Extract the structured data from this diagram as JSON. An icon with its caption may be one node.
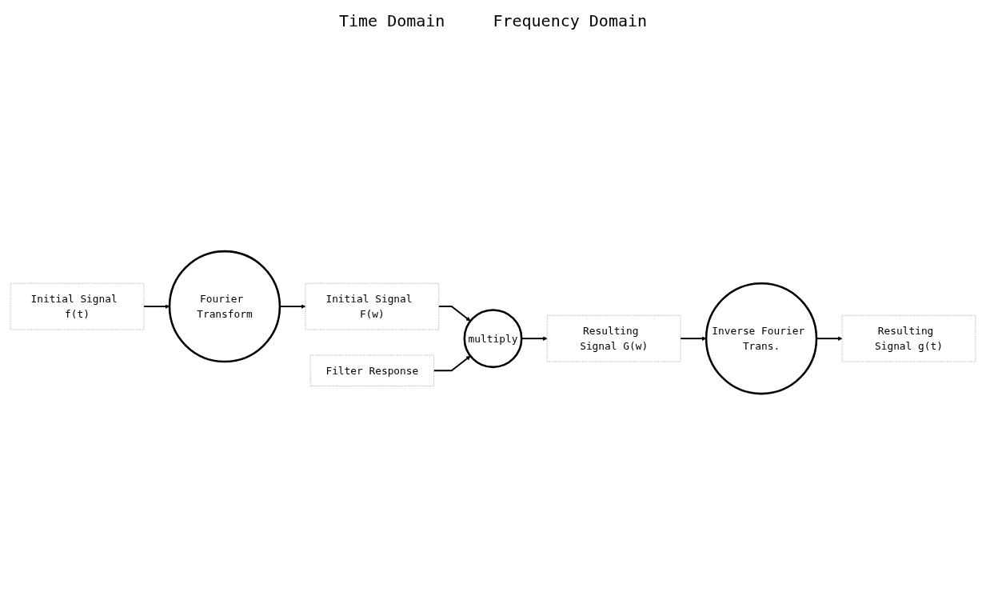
{
  "diagram": {
    "nodes": [
      {
        "text": [
          "Initial Signal f(t)"
        ]
      },
      {
        "text": [
          "Fourier Transform"
        ]
      },
      {
        "text": [
          "Initial Signal F(w)"
        ]
      },
      {
        "text": [
          "Filter Response"
        ]
      },
      {
        "text": [
          "multiply"
        ]
      },
      {
        "text": [
          "Resulting Signal G(w)"
        ]
      },
      {
        "text": [
          "Inverse Fourier Trans."
        ]
      },
      {
        "text": [
          "Resulting Signal g(t)"
        ]
      }
    ],
    "edges": [
      {
        "from": 0,
        "to": 1,
        "arrow": "to"
      },
      {
        "from": 1,
        "to": 2,
        "arrow": "to"
      },
      {
        "from": 2,
        "to": 4,
        "arrow": "to"
      },
      {
        "from": 3,
        "to": 4,
        "arrow": "to"
      },
      {
        "from": 4,
        "to": 5,
        "arrow": "to"
      },
      {
        "from": 5,
        "to": 6,
        "arrow": "to"
      },
      {
        "from": 6,
        "to": 7,
        "arrow": "to"
      }
    ],
    "labels": [
      "Time Domain",
      "Frequency Domain"
    ]
  }
}
